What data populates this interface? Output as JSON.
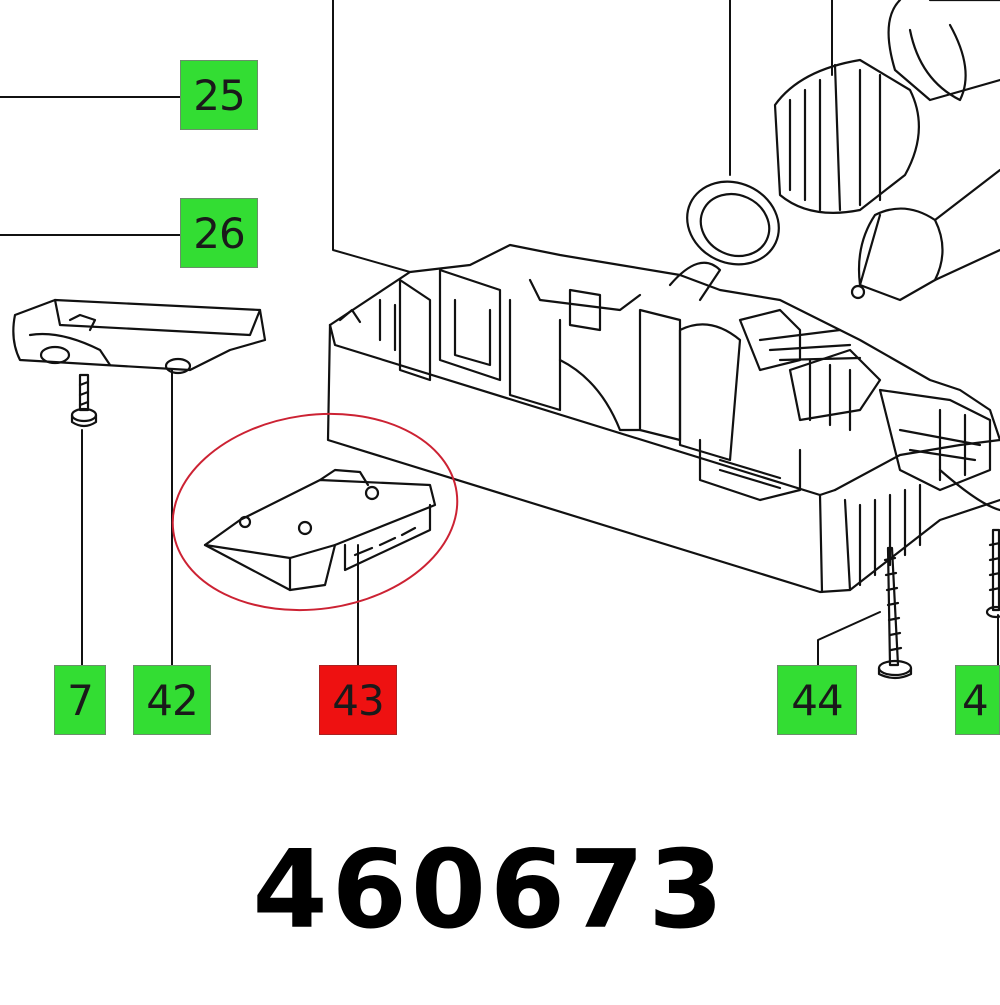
{
  "callouts": [
    {
      "id": "25",
      "text": "25",
      "color": "#33dd33",
      "highlighted": false
    },
    {
      "id": "26",
      "text": "26",
      "color": "#33dd33",
      "highlighted": false
    },
    {
      "id": "7",
      "text": "7",
      "color": "#33dd33",
      "highlighted": false
    },
    {
      "id": "42",
      "text": "42",
      "color": "#33dd33",
      "highlighted": false
    },
    {
      "id": "43",
      "text": "43",
      "color": "#ee1111",
      "highlighted": true
    },
    {
      "id": "44",
      "text": "44",
      "color": "#33dd33",
      "highlighted": false
    },
    {
      "id": "4x",
      "text": "4",
      "color": "#33dd33",
      "highlighted": false
    }
  ],
  "part_number": "460673",
  "highlight_color": "#cc2233"
}
